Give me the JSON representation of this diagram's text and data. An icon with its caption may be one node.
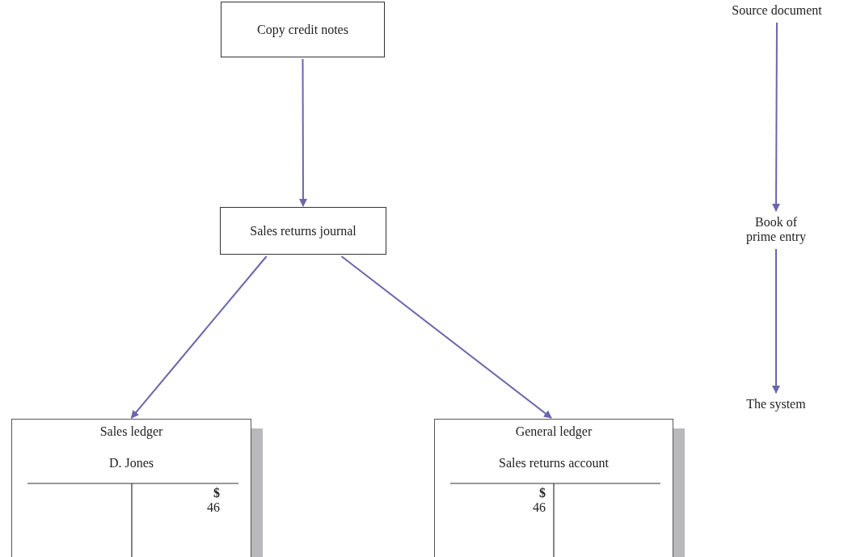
{
  "diagram": {
    "nodes": [
      {
        "text": [
          "Copy credit notes"
        ]
      },
      {
        "text": [
          "Sales returns journal"
        ]
      },
      {
        "text": [
          "Sales ledger",
          "D. Jones",
          "$",
          "46"
        ]
      },
      {
        "text": [
          "General ledger",
          "Sales returns account",
          "$",
          "46"
        ]
      },
      {
        "text": [
          "Source document"
        ]
      },
      {
        "text": [
          "Book of prime entry"
        ]
      },
      {
        "text": [
          "The system"
        ]
      }
    ],
    "edges": [
      {
        "from": 0,
        "to": 1,
        "arrow": "to"
      },
      {
        "from": 1,
        "to": 2,
        "arrow": "to"
      },
      {
        "from": 1,
        "to": 3,
        "arrow": "to"
      },
      {
        "from": 4,
        "to": 5,
        "arrow": "to"
      },
      {
        "from": 5,
        "to": 6,
        "arrow": "to"
      }
    ]
  }
}
